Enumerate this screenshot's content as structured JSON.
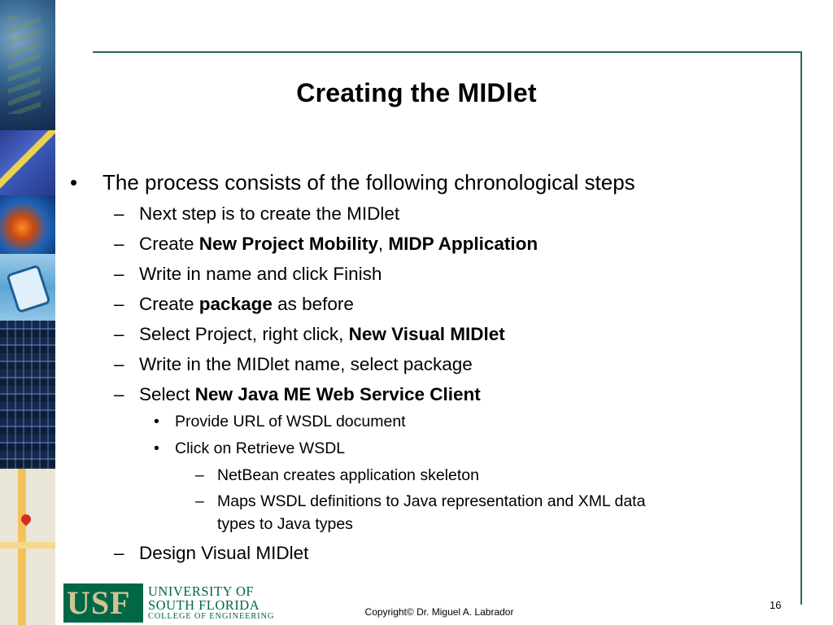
{
  "slide": {
    "title": "Creating the MIDlet",
    "page_number": "16",
    "copyright": "Copyright© Dr. Miguel A. Labrador"
  },
  "logo": {
    "letters": "USF",
    "line1": "UNIVERSITY OF",
    "line2": "SOUTH FLORIDA",
    "line3": "COLLEGE OF ENGINEERING"
  },
  "bullets": {
    "b1": {
      "marker": "•",
      "text": "The process consists of the following chronological steps"
    },
    "s1": {
      "marker": "–",
      "text": "Next step is to create the MIDlet"
    },
    "s2": {
      "marker": "–",
      "pre": "Create ",
      "bold1": "New Project Mobility",
      "mid": ", ",
      "bold2": "MIDP Application"
    },
    "s3": {
      "marker": "–",
      "text": "Write in name and click Finish"
    },
    "s4": {
      "marker": "–",
      "pre": "Create ",
      "bold": "package",
      "post": " as before"
    },
    "s5": {
      "marker": "–",
      "pre": "Select Project, right click, ",
      "bold": "New Visual MIDlet"
    },
    "s6": {
      "marker": "–",
      "text": "Write in the MIDlet name, select package"
    },
    "s7": {
      "marker": "–",
      "pre": "Select ",
      "bold": "New Java ME Web Service Client"
    },
    "t1": {
      "marker": "•",
      "text": "Provide URL of WSDL document"
    },
    "t2": {
      "marker": "•",
      "text": "Click on Retrieve WSDL"
    },
    "u1": {
      "marker": "–",
      "text": "NetBean creates application skeleton"
    },
    "u2": {
      "marker": "–",
      "text": "Maps WSDL definitions to Java representation and XML data",
      "text2": "types to Java types"
    },
    "s8": {
      "marker": "–",
      "text": "Design Visual MIDlet"
    }
  }
}
